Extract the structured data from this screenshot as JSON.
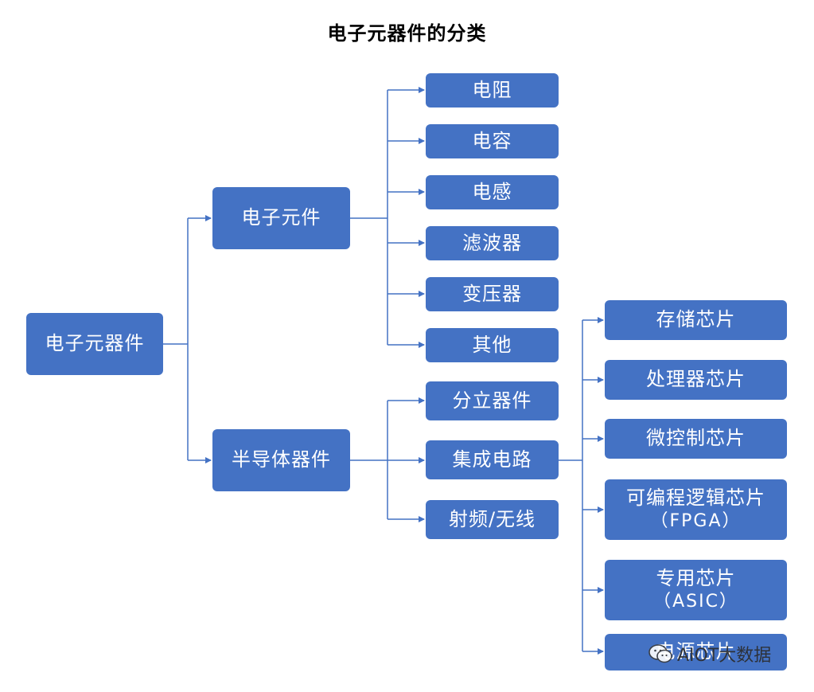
{
  "title": "电子元器件的分类",
  "root": "电子元器件",
  "branches": {
    "components": "电子元件",
    "semiconductors": "半导体器件"
  },
  "components_children": [
    "电阻",
    "电容",
    "电感",
    "滤波器",
    "变压器",
    "其他"
  ],
  "semiconductor_children": [
    "分立器件",
    "集成电路",
    "射频/无线"
  ],
  "ic_children": [
    {
      "label": "存储芯片",
      "sub": ""
    },
    {
      "label": "处理器芯片",
      "sub": ""
    },
    {
      "label": "微控制芯片",
      "sub": ""
    },
    {
      "label": "可编程逻辑芯片",
      "sub": "（FPGA）"
    },
    {
      "label": "专用芯片",
      "sub": "（ASIC）"
    },
    {
      "label": "电源芯片",
      "sub": ""
    }
  ],
  "watermark": "AIOT大数据",
  "colors": {
    "node_fill": "#4472c4",
    "node_text": "#ffffff",
    "connector": "#4472c4"
  }
}
